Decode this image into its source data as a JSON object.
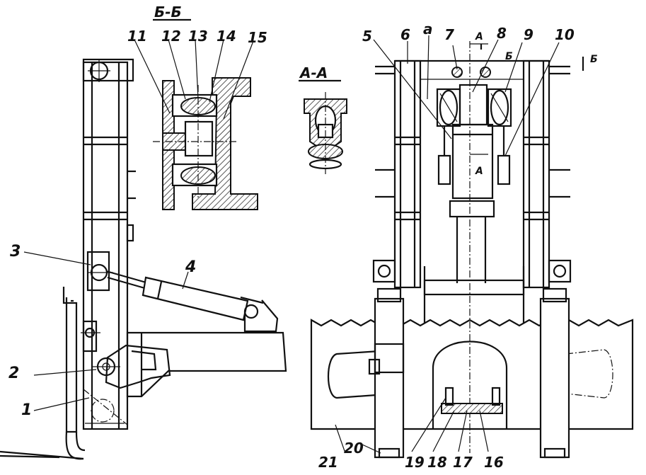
{
  "section_labels": {
    "bb": "Б-Б",
    "aa": "А-А"
  },
  "view_marks": {
    "a_top": "А",
    "a_bottom": "А",
    "b_cut_top": "Б",
    "b_cut_right": "Б",
    "a_dim": "а"
  },
  "callouts": {
    "c1": "1",
    "c2": "2",
    "c3": "3",
    "c4": "4",
    "c5": "5",
    "c6": "6",
    "c7": "7",
    "c8": "8",
    "c9": "9",
    "c10": "10",
    "c11": "11",
    "c12": "12",
    "c13": "13",
    "c14": "14",
    "c15": "15",
    "c16": "16",
    "c17": "17",
    "c18": "18",
    "c19": "19",
    "c20": "20",
    "c21": "21"
  }
}
